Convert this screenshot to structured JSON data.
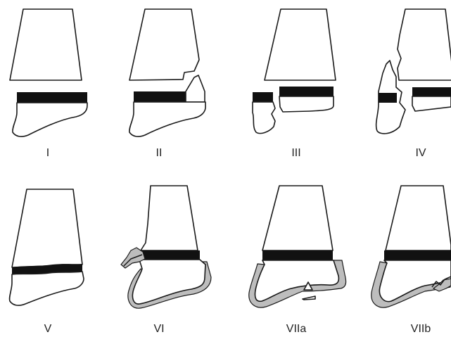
{
  "panels": [
    {
      "label": "I"
    },
    {
      "label": "II"
    },
    {
      "label": "III"
    },
    {
      "label": "IV"
    },
    {
      "label": "V"
    },
    {
      "label": "VI"
    },
    {
      "label": "VIIa"
    },
    {
      "label": "VIIb"
    }
  ]
}
